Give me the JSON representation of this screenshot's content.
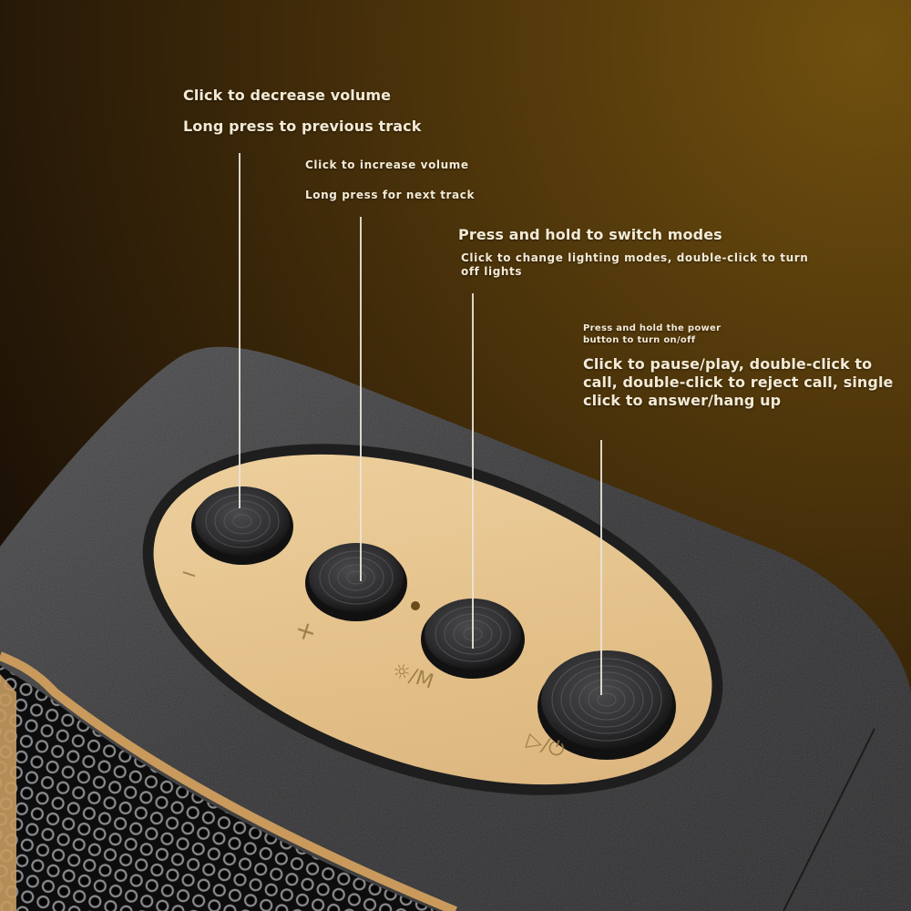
{
  "colors": {
    "background_dark": "#1e1305",
    "background_warm": "#6a4a10",
    "speaker_body": "#3a3a3c",
    "gold_panel": "#e2bf8a",
    "button_black": "#2b2b2d",
    "label_engrave": "#9c7a45",
    "callout_text": "#f3ead6",
    "leader_line": "#e9e4da"
  },
  "callouts": {
    "volume_down": {
      "line1": "Click to decrease volume",
      "line2": "Long press to previous track"
    },
    "volume_up": {
      "line1": "Click to increase volume",
      "line2": "Long press for next track"
    },
    "mode": {
      "title": "Press and hold to switch modes",
      "line1": "Click to change lighting modes, double-click to turn",
      "line2": "off lights"
    },
    "power": {
      "small1": "Press and hold the power",
      "small2": "button to turn on/off",
      "line1": "Click to pause/play, double-click to",
      "line2": "call, double-click to reject call, single",
      "line3": "click to answer/hang up"
    }
  },
  "buttons": [
    {
      "id": "volume-down",
      "label": "−",
      "icon": "minus-icon"
    },
    {
      "id": "volume-up",
      "label": "+",
      "icon": "plus-icon"
    },
    {
      "id": "light-mode",
      "label": "☼/M",
      "icon": "light-mode-icon"
    },
    {
      "id": "play-power",
      "label": "▷/⏻",
      "icon": "play-power-icon"
    }
  ]
}
